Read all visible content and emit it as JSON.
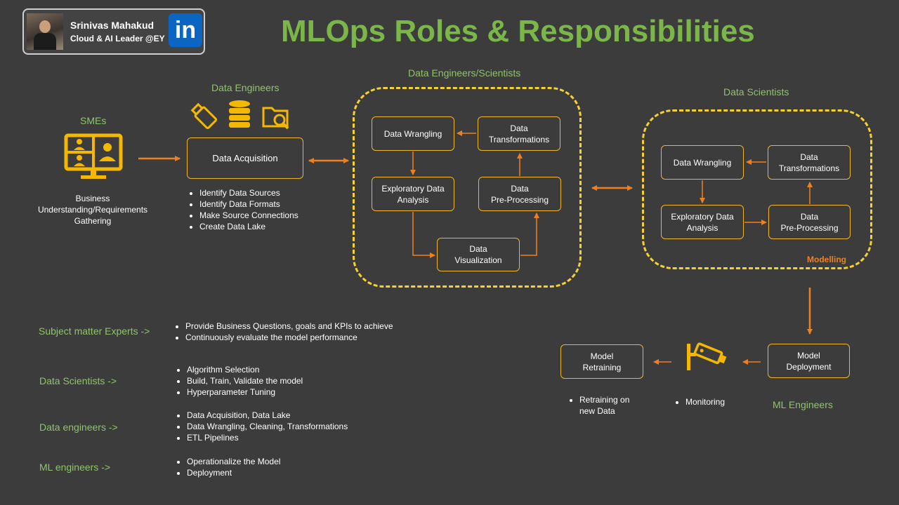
{
  "title": "MLOps Roles & Responsibilities",
  "profile": {
    "name": "Srinivas Mahakud",
    "role": "Cloud & AI Leader @EY",
    "badge": "in"
  },
  "colors": {
    "accent_green": "#7ab648",
    "box_border": "#f0b429",
    "dashed": "#f5d230",
    "arrow": "#f0801e",
    "background": "#3c3c3c"
  },
  "smes": {
    "label": "SMEs",
    "icon": "video-conference-icon",
    "caption": [
      "Business",
      "Understanding/Requirements",
      "Gathering"
    ]
  },
  "data_engineers": {
    "label": "Data Engineers",
    "icons": [
      "usb-drive-icon",
      "database-icon",
      "folder-search-icon"
    ],
    "box": "Data Acquisition",
    "bullets": [
      "Identify Data Sources",
      "Identify Data Formats",
      "Make Source Connections",
      "Create Data Lake"
    ]
  },
  "de_scientists": {
    "label": "Data Engineers/Scientists",
    "boxes": {
      "wrangling": "Data Wrangling",
      "transformations": "Data\nTransformations",
      "eda": "Exploratory Data\nAnalysis",
      "preprocessing": "Data\nPre-Processing",
      "visualization": "Data\nVisualization"
    }
  },
  "data_scientists": {
    "label": "Data Scientists",
    "tag": "Modelling",
    "boxes": {
      "wrangling": "Data Wrangling",
      "transformations": "Data\nTransformations",
      "eda": "Exploratory Data\nAnalysis",
      "preprocessing": "Data\nPre-Processing"
    }
  },
  "ml_engineers": {
    "label": "ML Engineers",
    "deployment": "Model\nDeployment",
    "retraining": "Model\nRetraining",
    "monitoring_icon": "security-camera-icon",
    "monitoring_bullet": "Monitoring",
    "retraining_bullet": [
      "Retraining on",
      "new Data"
    ]
  },
  "roles": [
    {
      "name": "Subject matter Experts ->",
      "items": [
        "Provide Business Questions, goals and KPIs to achieve",
        "Continuously evaluate the model performance"
      ]
    },
    {
      "name": "Data Scientists ->",
      "items": [
        "Algorithm Selection",
        "Build, Train, Validate the model",
        "Hyperparameter Tuning"
      ]
    },
    {
      "name": "Data engineers ->",
      "items": [
        "Data Acquisition, Data Lake",
        "Data Wrangling, Cleaning, Transformations",
        "ETL Pipelines"
      ]
    },
    {
      "name": "ML engineers ->",
      "items": [
        "Operationalize the Model",
        "Deployment"
      ]
    }
  ]
}
